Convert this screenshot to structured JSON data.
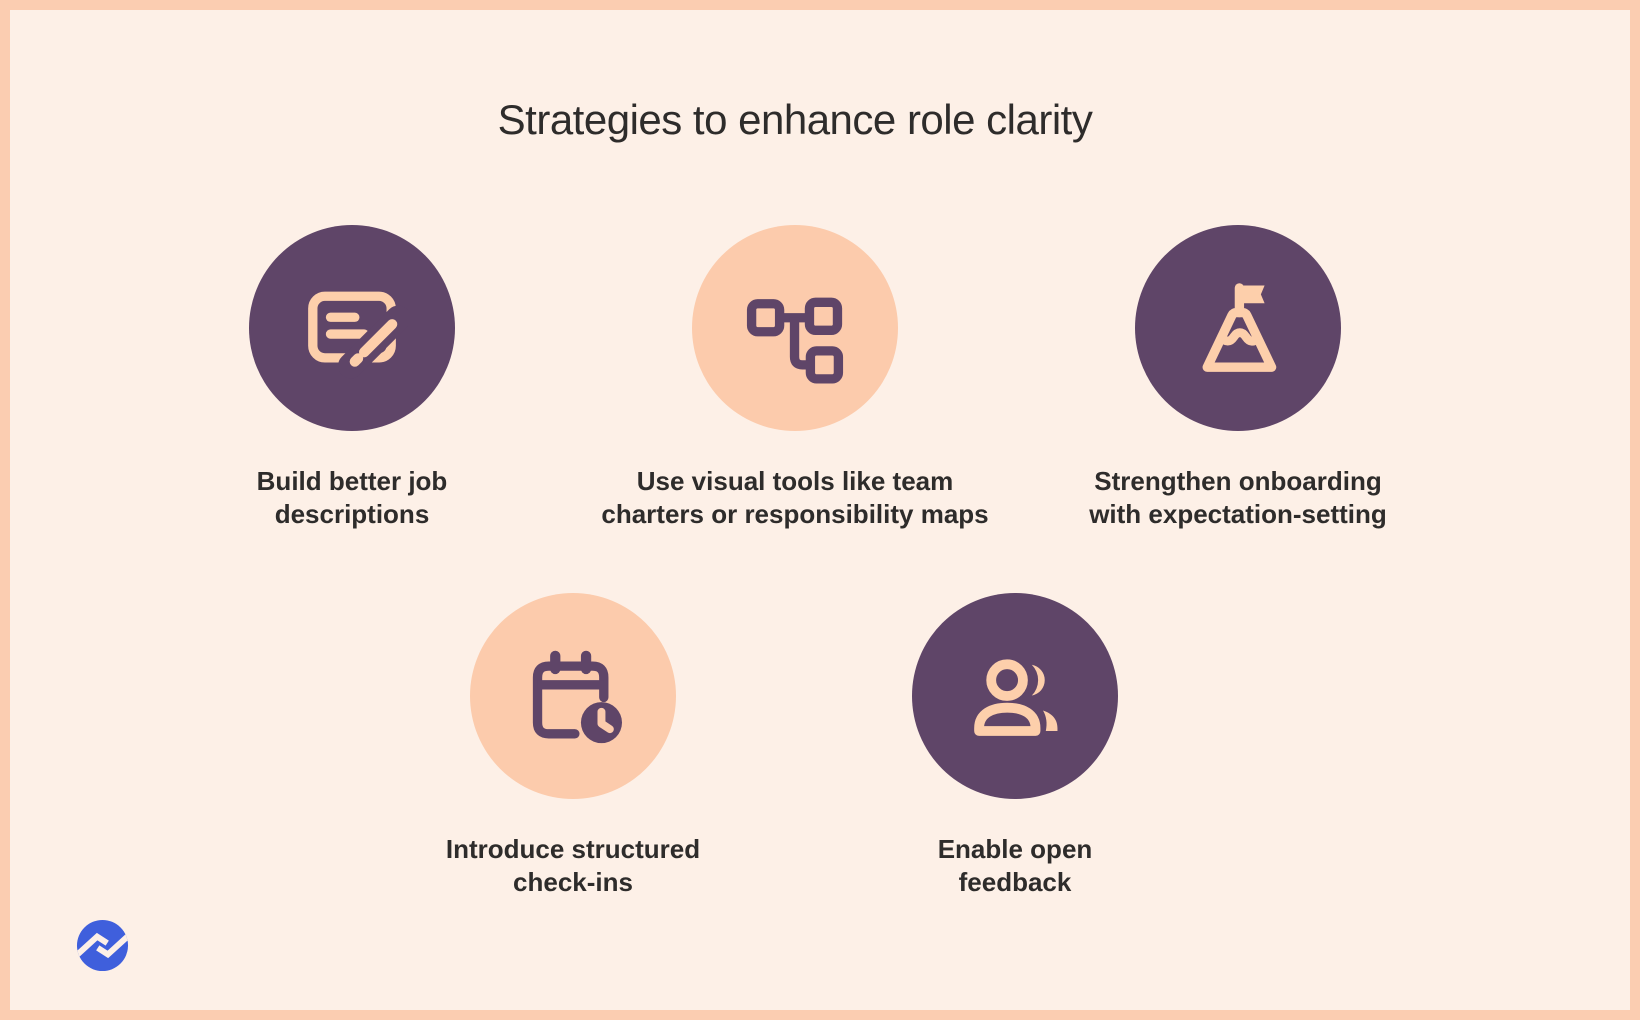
{
  "title": "Strategies to enhance role clarity",
  "colors": {
    "background": "#FDF0E7",
    "frame-border": "#FBCDB1",
    "purple": "#5F4568",
    "peach": "#FCCBAC",
    "icon-peach": "#FDCFAB",
    "ink": "#2E2C2B",
    "logo-blue": "#3F5FDC"
  },
  "strategies": [
    {
      "icon": "note-edit-icon",
      "circle": "purple",
      "line1": "Build better job",
      "line2": "descriptions"
    },
    {
      "icon": "flowchart-icon",
      "circle": "peach",
      "line1": "Use visual tools like team",
      "line2": "charters or responsibility maps"
    },
    {
      "icon": "mountain-flag-icon",
      "circle": "purple",
      "line1": "Strengthen onboarding",
      "line2": "with expectation-setting"
    },
    {
      "icon": "calendar-clock-icon",
      "circle": "peach",
      "line1": "Introduce structured",
      "line2": "check-ins"
    },
    {
      "icon": "people-icon",
      "circle": "purple",
      "line1": "Enable open",
      "line2": "feedback"
    }
  ],
  "logo": {
    "name": "brand-logo"
  }
}
